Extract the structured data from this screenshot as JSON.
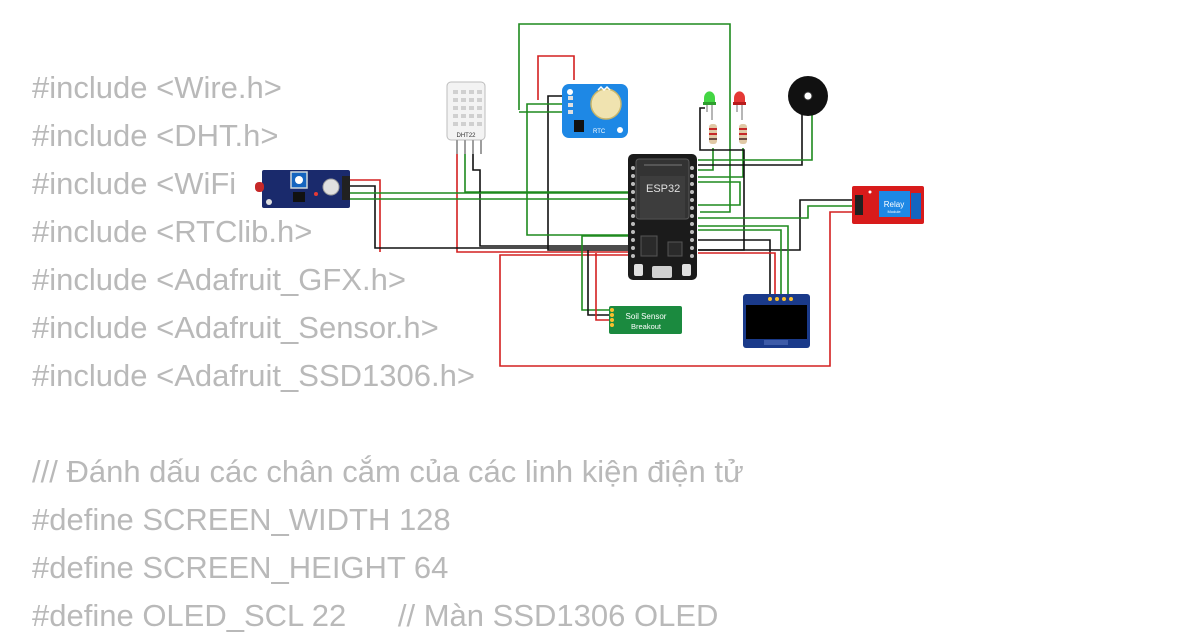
{
  "code_lines": [
    "#include <Wire.h>",
    "#include <DHT.h>",
    "#include <WiFi",
    "#include <RTClib.h>",
    "#include <Adafruit_GFX.h>",
    "#include <Adafruit_Sensor.h>",
    "#include <Adafruit_SSD1306.h>",
    "",
    "/// Đánh dấu các chân cắm của các linh kiện điện tử",
    "#define SCREEN_WIDTH 128",
    "#define SCREEN_HEIGHT 64",
    "#define OLED_SCL 22      // Màn SSD1306 OLED"
  ],
  "components": {
    "mcu": {
      "label": "ESP32"
    },
    "dht": {
      "label": "DHT22"
    },
    "rtc": {
      "label": "RTC"
    },
    "relay": {
      "label": "Relay",
      "sublabel": "Module"
    },
    "soil": {
      "line1": "Soil Sensor",
      "line2": "Breakout"
    }
  },
  "colors": {
    "wire_green": "#1e8a1e",
    "wire_red": "#d42020",
    "wire_black": "#111111",
    "code_text": "#b9b9b9",
    "board_blue": "#1565c0",
    "pcb_dark_blue": "#1a2a6c",
    "relay_red": "#d81b1b",
    "soil_green": "#1b8a3f"
  }
}
